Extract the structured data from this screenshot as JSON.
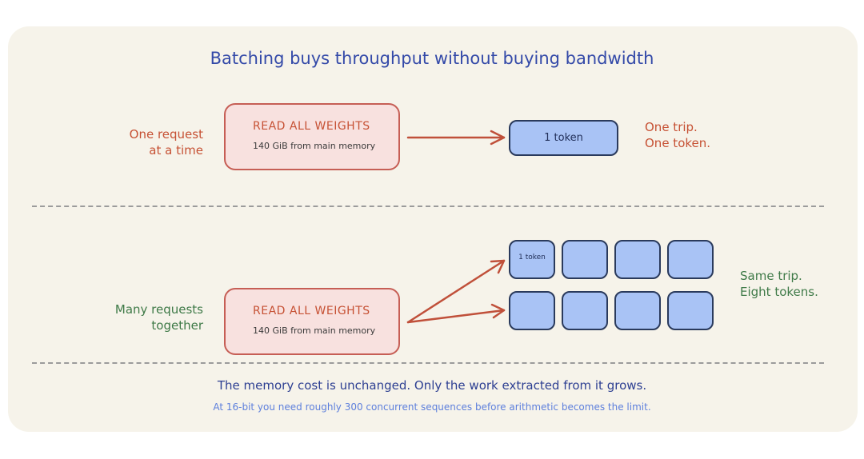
{
  "title": "Batching buys throughput without buying bandwidth",
  "single": {
    "label_line1": "One request",
    "label_line2": "at a time",
    "box_title": "READ ALL WEIGHTS",
    "box_sub": "140 GiB from main memory",
    "token_label": "1 token",
    "result_line1": "One trip.",
    "result_line2": "One token."
  },
  "batch": {
    "label_line1": "Many requests",
    "label_line2": "together",
    "box_title": "READ ALL WEIGHTS",
    "box_sub": "140 GiB from main memory",
    "token_label": "1 token",
    "token_count": 8,
    "result_line1": "Same trip.",
    "result_line2": "Eight tokens."
  },
  "footer": {
    "line1": "The memory cost is unchanged. Only the work extracted from it grows.",
    "line2": "At 16-bit you need roughly 300 concurrent sequences before arithmetic becomes the limit."
  },
  "colors": {
    "panel_bg": "#f6f3ea",
    "title": "#3349a8",
    "red": "#c65134",
    "green": "#3f7a48",
    "weights_fill": "#f8e1df",
    "weights_border": "#c65e55",
    "token_fill": "#a9c3f5",
    "token_border": "#2a3a5c",
    "arrow": "#c0503a",
    "footer_main": "#2d3f92",
    "footer_note": "#5d7fdc"
  }
}
